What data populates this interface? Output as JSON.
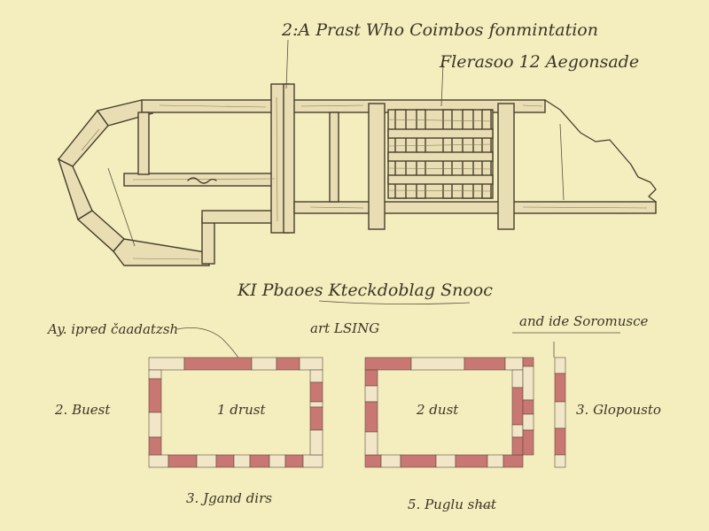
{
  "labels": {
    "top_annotation": "2:A Prast Who Coimbos fonmintation",
    "right_annotation": "Flerasoo 12 Aegonsade",
    "section_title": "KI Pbaoes Kteckdoblag Snooc",
    "left_annotation": "Ay. ipred čaadatzsh",
    "center_annotation": "art LSING",
    "right_top_annotation": "and ide Soromusce",
    "left_side_label": "2. Buest",
    "plan1_center": "1 drust",
    "plan2_center": "2 dust",
    "right_side_label": "3. Glopousto",
    "plan1_bottom": "3. Jgand dirs",
    "plan2_bottom": "5. Puglu shat"
  },
  "colors": {
    "paper": "#f4edbe",
    "ink": "#463f2d",
    "brick_red": "#c97773",
    "brick_pale": "#f1e6c8",
    "timber": "#e9ddb3"
  }
}
